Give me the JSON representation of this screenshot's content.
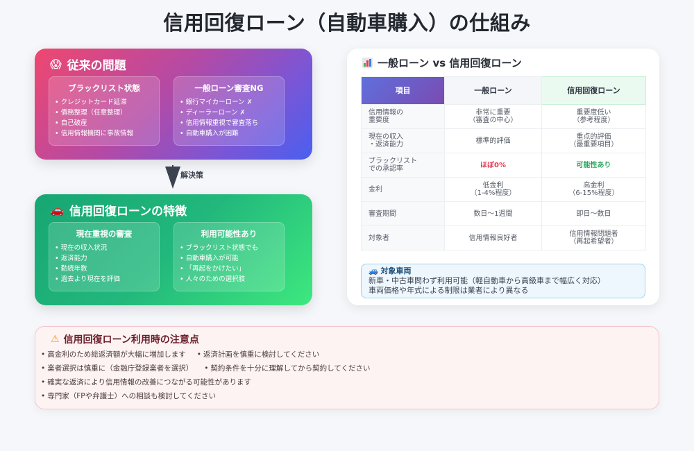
{
  "page_title": "信用回復ローン（自動車購入）の仕組み",
  "problem": {
    "icon": "scared-face-emoji",
    "emoji": "😱",
    "title": "従来の問題",
    "left": {
      "title": "ブラックリスト状態",
      "items": [
        "クレジットカード延滞",
        "債務整理（任意整理）",
        "自己破産",
        "信用情報機関に事故情報"
      ]
    },
    "right": {
      "title": "一般ローン審査NG",
      "items": [
        "銀行マイカーローン ✗",
        "ディーラーローン ✗",
        "信用情報重視で審査落ち",
        "自動車購入が困難"
      ]
    }
  },
  "arrow": {
    "label": "解決策"
  },
  "solution": {
    "icon": "car-emoji",
    "emoji": "🚗",
    "title": "信用回復ローンの特徴",
    "left": {
      "title": "現在重視の審査",
      "items": [
        "現在の収入状況",
        "返済能力",
        "勤続年数",
        "過去より現在を評価"
      ]
    },
    "right": {
      "title": "利用可能性あり",
      "items": [
        "ブラックリスト状態でも",
        "自動車購入が可能",
        "「再起をかけたい」",
        "人々のための選択肢"
      ]
    }
  },
  "comparison": {
    "icon": "bar-chart-icon",
    "title": "一般ローン vs 信用回復ローン",
    "headers": [
      "項目",
      "一般ローン",
      "信用回復ローン"
    ],
    "rows": [
      {
        "label": "信用情報の\n重要度",
        "general": "非常に重要\n（審査の中心）",
        "recovery": "重要度低い\n（参考程度）"
      },
      {
        "label": "現在の収入\n・返済能力",
        "general": "標準的評価",
        "recovery": "重点的評価\n（最重要項目）"
      },
      {
        "label": "ブラックリスト\nでの承認率",
        "general": "ほぼ0%",
        "recovery": "可能性あり"
      },
      {
        "label": "金利",
        "general": "低金利\n（1-4%程度）",
        "recovery": "高金利\n（6-15%程度）"
      },
      {
        "label": "審査期間",
        "general": "数日〜1週間",
        "recovery": "即日〜数日"
      },
      {
        "label": "対象者",
        "general": "信用情報良好者",
        "recovery": "信用情報問題者\n（再起希望者）"
      }
    ],
    "colors": {
      "negative": "#e53950",
      "positive": "#28a55a"
    }
  },
  "vehicle": {
    "icon": "car-emoji",
    "emoji": "🚙",
    "title": "対象車両",
    "lines": [
      "新車・中古車問わず利用可能（軽自動車から高級車まで幅広く対応）",
      "車両価格や年式による制限は業者により異なる"
    ]
  },
  "caution": {
    "icon": "warning-icon",
    "emoji": "⚠",
    "title": "信用回復ローン利用時の注意点",
    "lines": [
      [
        "高金利のため総返済額が大幅に増加します",
        "返済計画を慎重に検討してください"
      ],
      [
        "業者選択は慎重に（金融庁登録業者を選択）",
        "契約条件を十分に理解してから契約してください"
      ],
      [
        "確実な返済により信用情報の改善につながる可能性があります"
      ],
      [
        "専門家（FPや弁護士）への相談も検討してください"
      ]
    ]
  }
}
